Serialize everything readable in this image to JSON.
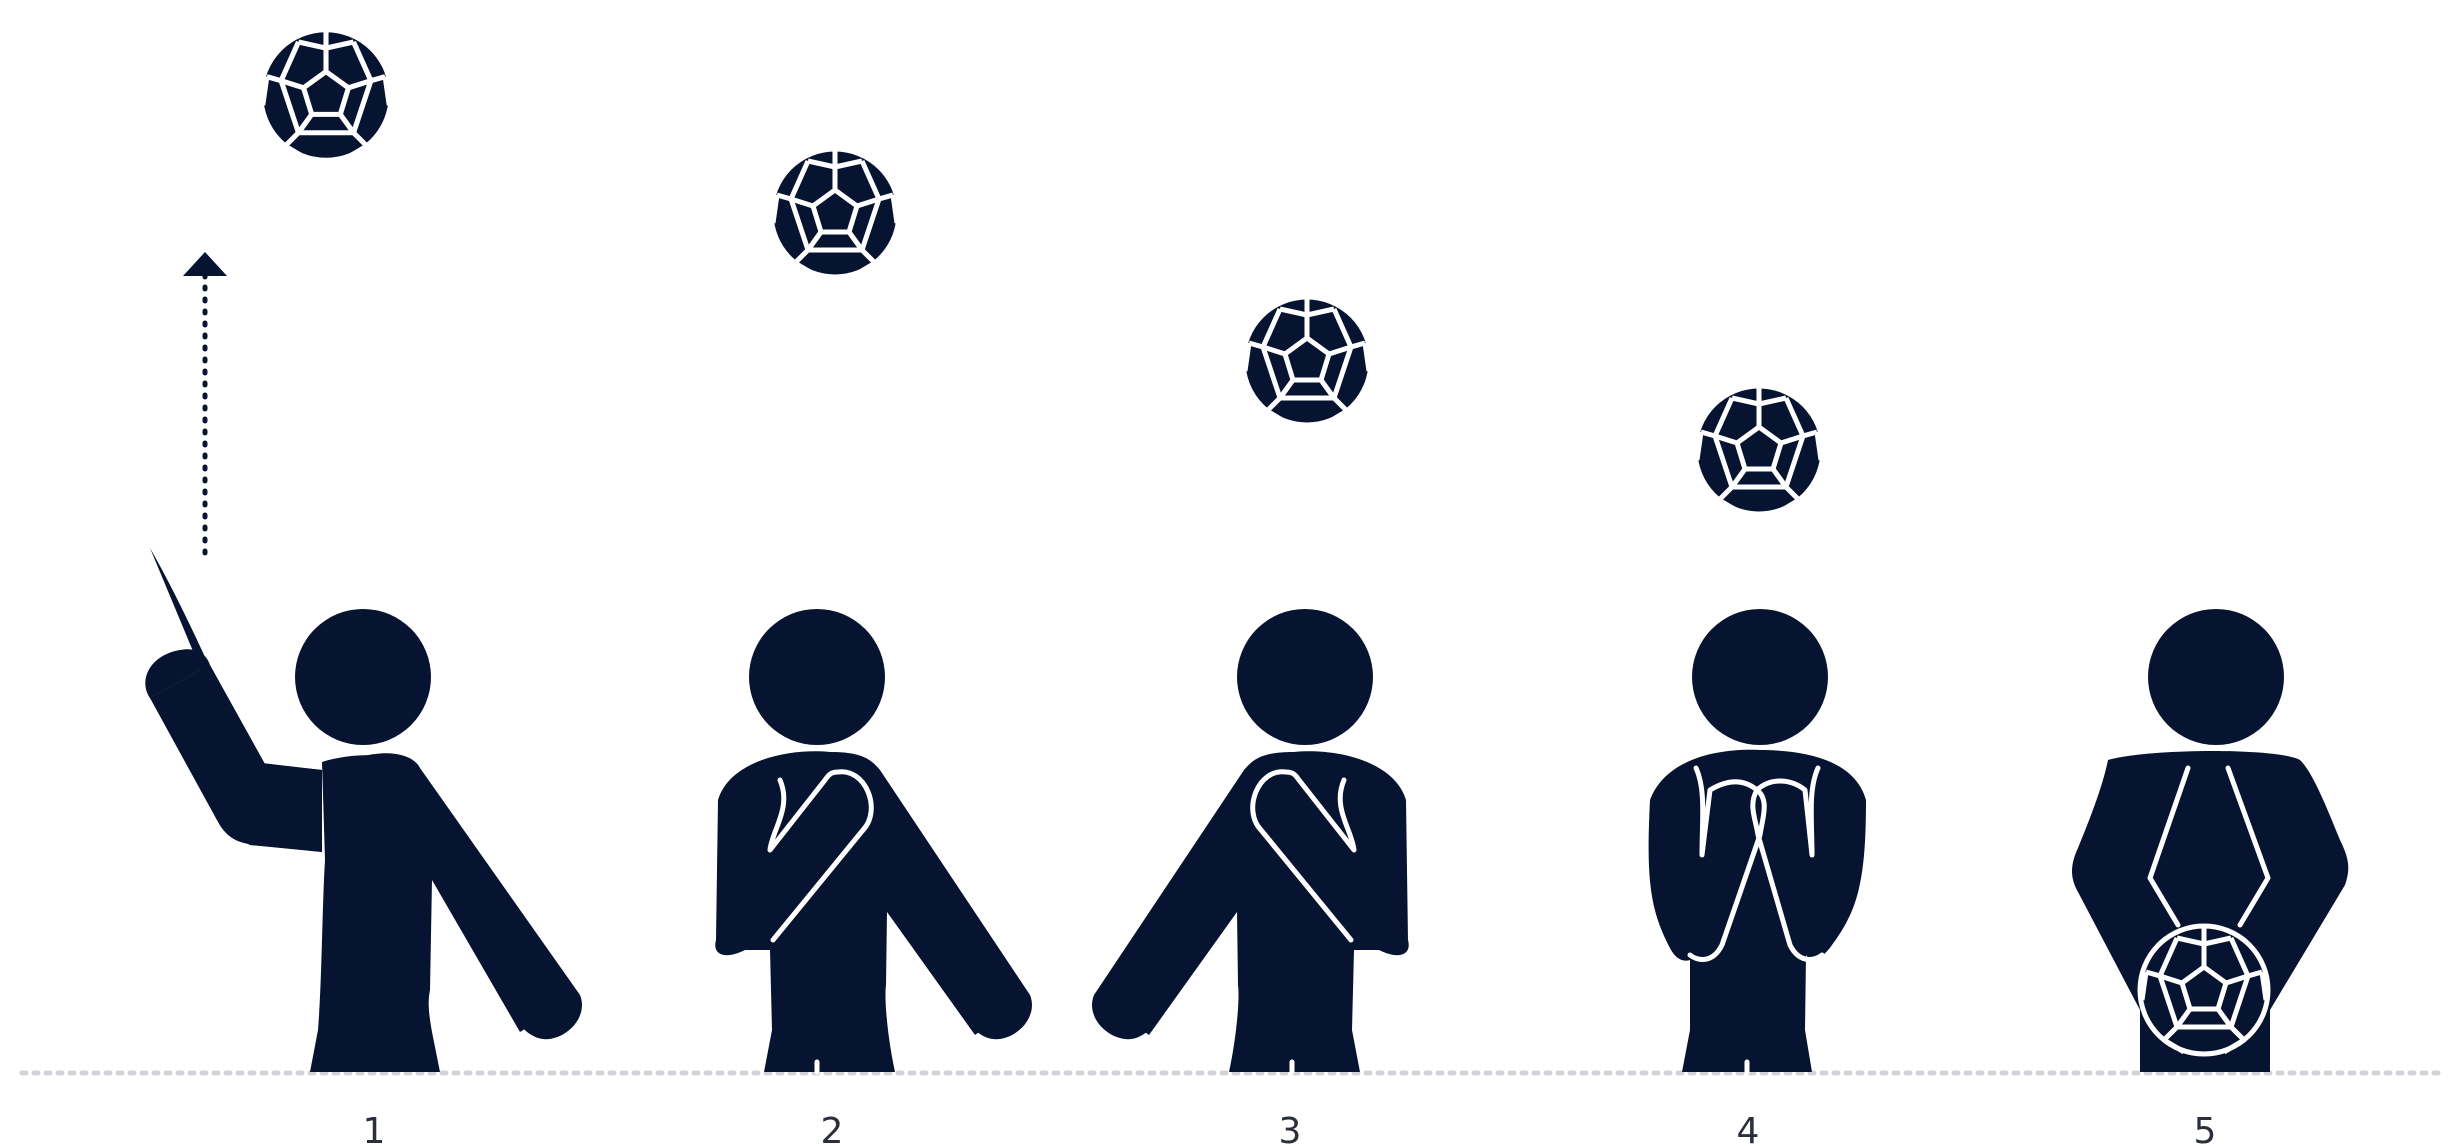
{
  "colors": {
    "figure": "#071431",
    "ball_lines": "#ffffff",
    "ground": "#d0d4d9",
    "label": "#2a2f3a"
  },
  "steps": [
    {
      "label": "1",
      "pose": "throw-up",
      "ball": "above-head"
    },
    {
      "label": "2",
      "pose": "right-hand-to-chest",
      "ball": "falling"
    },
    {
      "label": "3",
      "pose": "left-hand-to-chest",
      "ball": "falling"
    },
    {
      "label": "4",
      "pose": "both-hands-to-chest",
      "ball": "falling"
    },
    {
      "label": "5",
      "pose": "catch-behind-back",
      "ball": "caught"
    }
  ],
  "icons": [
    "soccer-ball-icon",
    "up-arrow-icon",
    "person-icon"
  ]
}
